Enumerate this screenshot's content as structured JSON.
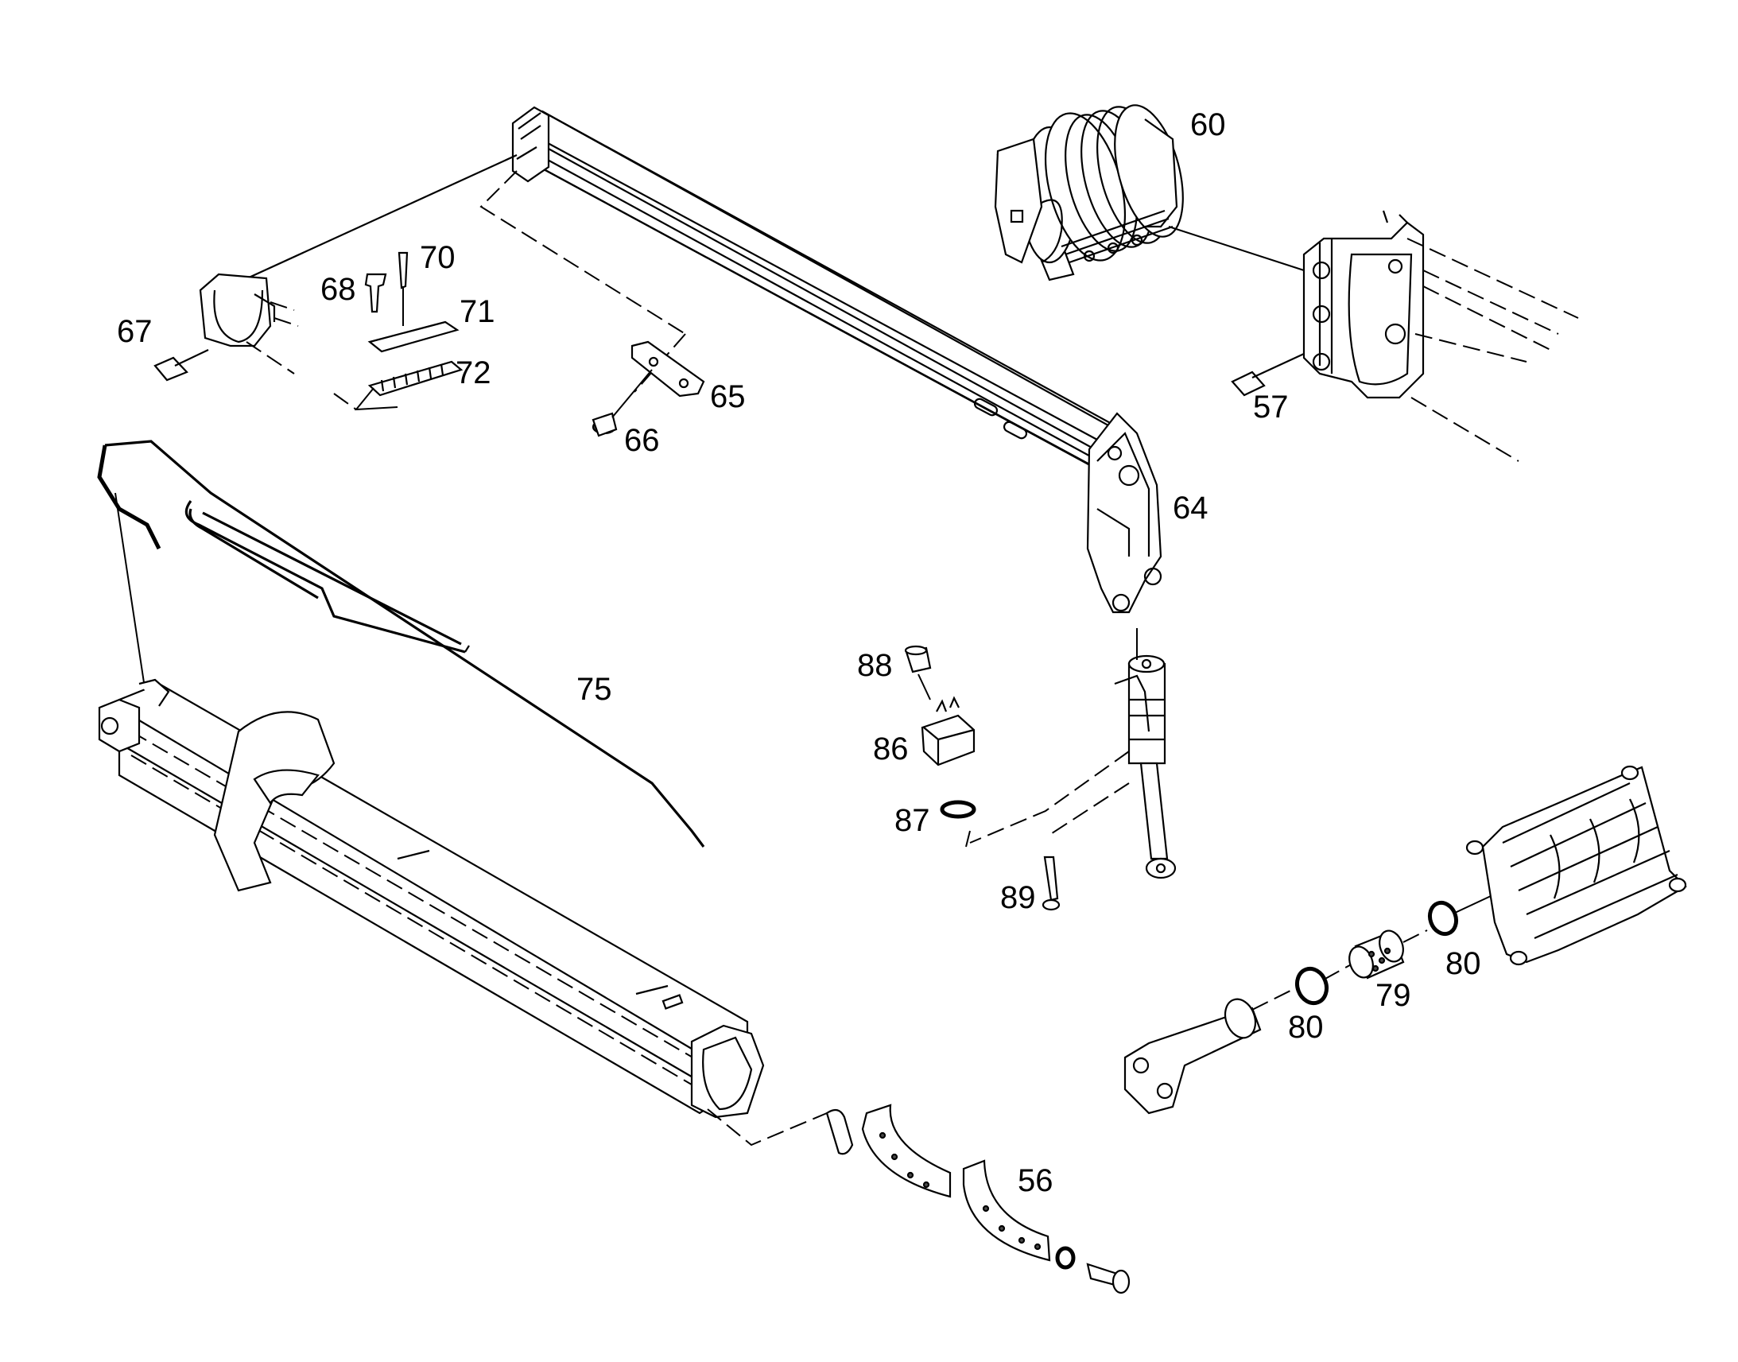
{
  "diagram": {
    "part_labels": {
      "p56": "56",
      "p57": "57",
      "p60": "60",
      "p64": "64",
      "p65": "65",
      "p66": "66",
      "p67": "67",
      "p68": "68",
      "p70": "70",
      "p71": "71",
      "p72": "72",
      "p75": "75",
      "p79": "79",
      "p80a": "80",
      "p80b": "80",
      "p86": "86",
      "p87": "87",
      "p88": "88",
      "p89": "89"
    }
  }
}
